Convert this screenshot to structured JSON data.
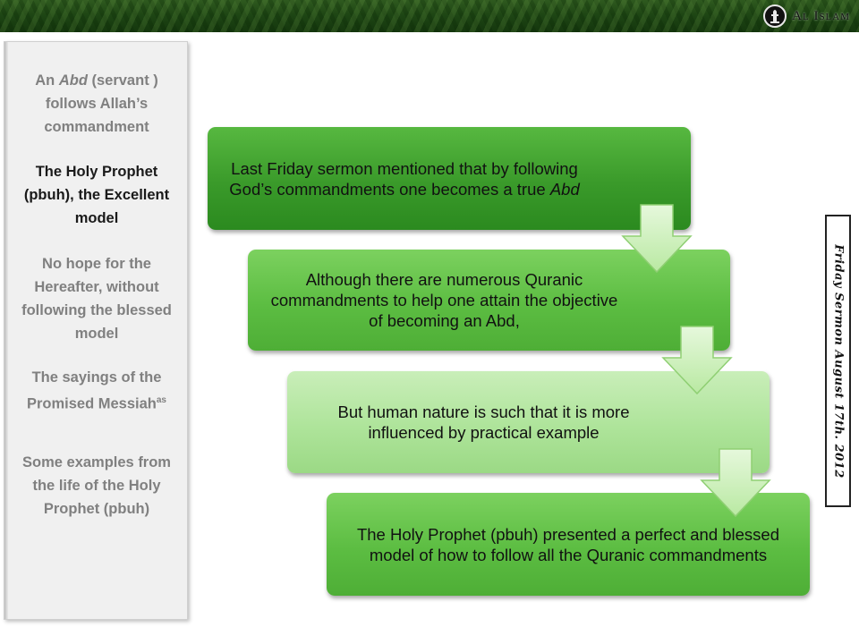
{
  "header": {
    "brand_text": "Al Islam"
  },
  "sidebar": {
    "items": [
      {
        "line1": "An ",
        "em": "Abd",
        "line1b": " (servant )",
        "rest": "follows Allah’s commandment"
      },
      {
        "text": "The Holy Prophet (pbuh), the Excellent model"
      },
      {
        "text": "No hope for the Hereafter, without following the blessed model"
      },
      {
        "text": "The sayings of the Promised Messiah",
        "sup": "as"
      },
      {
        "text": "Some examples from the life of the Holy Prophet (pbuh)"
      }
    ]
  },
  "flow": {
    "box1": {
      "text": "Last Friday sermon mentioned that by following God’s commandments one becomes a true ",
      "em": "Abd"
    },
    "box2": {
      "text": "Although there are numerous Quranic commandments to help one attain the objective of becoming an Abd,"
    },
    "box3": {
      "text": "But human nature is such that it is more influenced by practical example"
    },
    "box4": {
      "text": "The Holy Prophet (pbuh) presented a perfect and blessed model of how to follow all the Quranic commandments"
    }
  },
  "caption": {
    "text": "Friday Sermon August 17th. 2012"
  },
  "colors": {
    "dark_green": "#3a9a2a",
    "mid_green": "#5cbd42",
    "light_green": "#aee49a",
    "arrow_fill": "#c9f0b4"
  }
}
